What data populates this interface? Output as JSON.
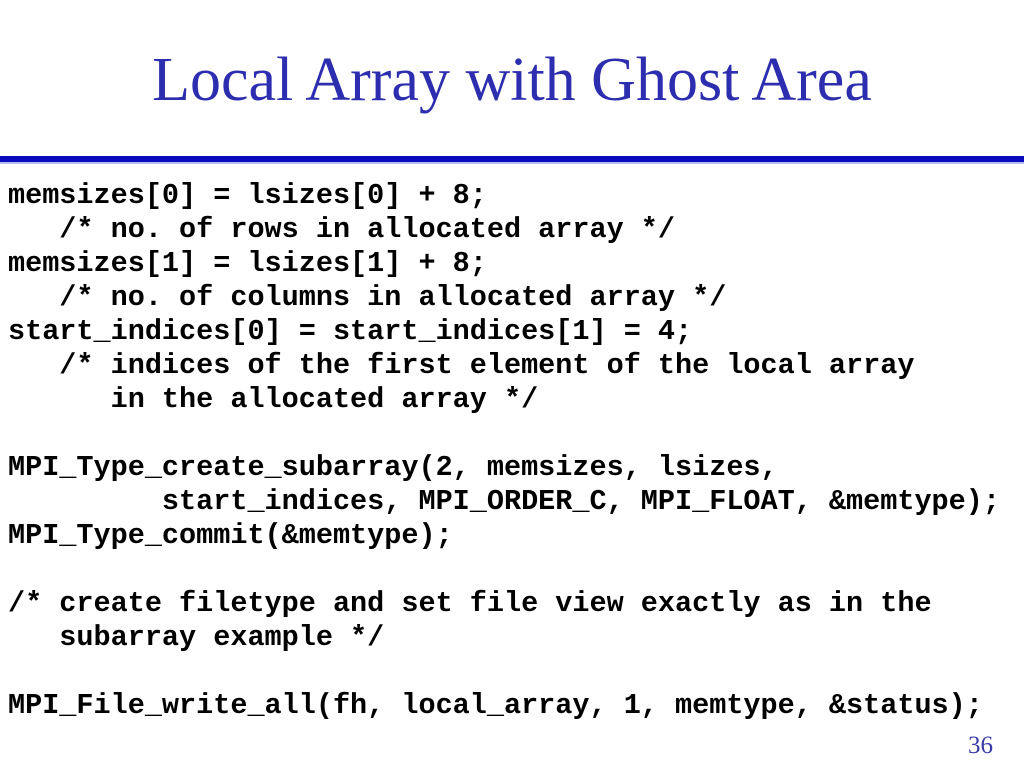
{
  "slide": {
    "title": "Local Array with Ghost Area",
    "page_number": "36"
  },
  "code": {
    "lines": [
      "memsizes[0] = lsizes[0] + 8;",
      "   /* no. of rows in allocated array */",
      "memsizes[1] = lsizes[1] + 8;",
      "   /* no. of columns in allocated array */",
      "start_indices[0] = start_indices[1] = 4;",
      "   /* indices of the first element of the local array",
      "      in the allocated array */",
      "",
      "MPI_Type_create_subarray(2, memsizes, lsizes,",
      "         start_indices, MPI_ORDER_C, MPI_FLOAT, &memtype);",
      "MPI_Type_commit(&memtype);",
      "",
      "/* create filetype and set file view exactly as in the",
      "   subarray example */",
      "",
      "MPI_File_write_all(fh, local_array, 1, memtype, &status);"
    ]
  },
  "colors": {
    "background": "#ffffff",
    "title": "#2d2daf",
    "divider": "#0a0abe",
    "divider_edge": "#b7bdea",
    "code_text": "#000000",
    "page_number": "#3a3aa8"
  }
}
